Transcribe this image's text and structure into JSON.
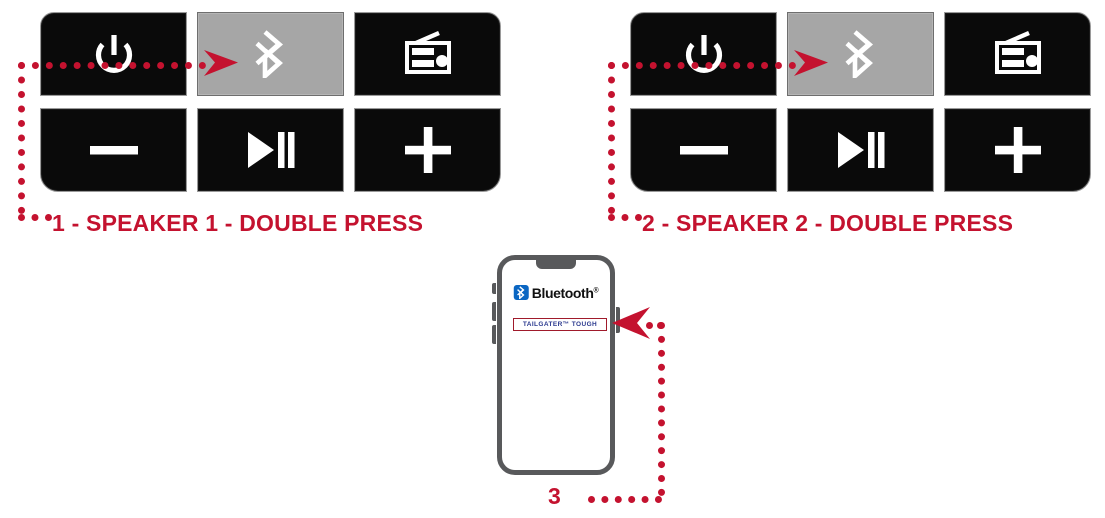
{
  "diagram": {
    "title": "Bluetooth pairing of two speakers to a phone",
    "accent_red": "#c4122f",
    "key_black": "#0a0a0a",
    "key_highlight_gray": "#a6a6a6",
    "phone_outline_gray": "#58595b",
    "bluetooth_blue": "#0a66c2"
  },
  "speakers": [
    {
      "id": "speaker-1",
      "caption": "1 - SPEAKER 1 - DOUBLE PRESS",
      "keys": [
        {
          "name": "power-button",
          "icon": "power-icon",
          "state": "normal"
        },
        {
          "name": "bluetooth-button",
          "icon": "bluetooth-icon",
          "state": "highlighted"
        },
        {
          "name": "radio-button",
          "icon": "radio-icon",
          "state": "normal"
        },
        {
          "name": "volume-down-button",
          "icon": "minus-icon",
          "state": "normal"
        },
        {
          "name": "play-pause-button",
          "icon": "play-pause-icon",
          "state": "normal"
        },
        {
          "name": "volume-up-button",
          "icon": "plus-icon",
          "state": "normal"
        }
      ]
    },
    {
      "id": "speaker-2",
      "caption": "2 - SPEAKER 2 - DOUBLE PRESS",
      "keys": [
        {
          "name": "power-button",
          "icon": "power-icon",
          "state": "normal"
        },
        {
          "name": "bluetooth-button",
          "icon": "bluetooth-icon",
          "state": "highlighted"
        },
        {
          "name": "radio-button",
          "icon": "radio-icon",
          "state": "normal"
        },
        {
          "name": "volume-down-button",
          "icon": "minus-icon",
          "state": "normal"
        },
        {
          "name": "play-pause-button",
          "icon": "play-pause-icon",
          "state": "normal"
        },
        {
          "name": "volume-up-button",
          "icon": "plus-icon",
          "state": "normal"
        }
      ]
    }
  ],
  "phone": {
    "step_label": "3",
    "bluetooth_wordmark": "Bluetooth",
    "bluetooth_trademark": "®",
    "device_list": [
      {
        "label": "TAILGATER™ TOUGH",
        "selected": true
      }
    ]
  }
}
